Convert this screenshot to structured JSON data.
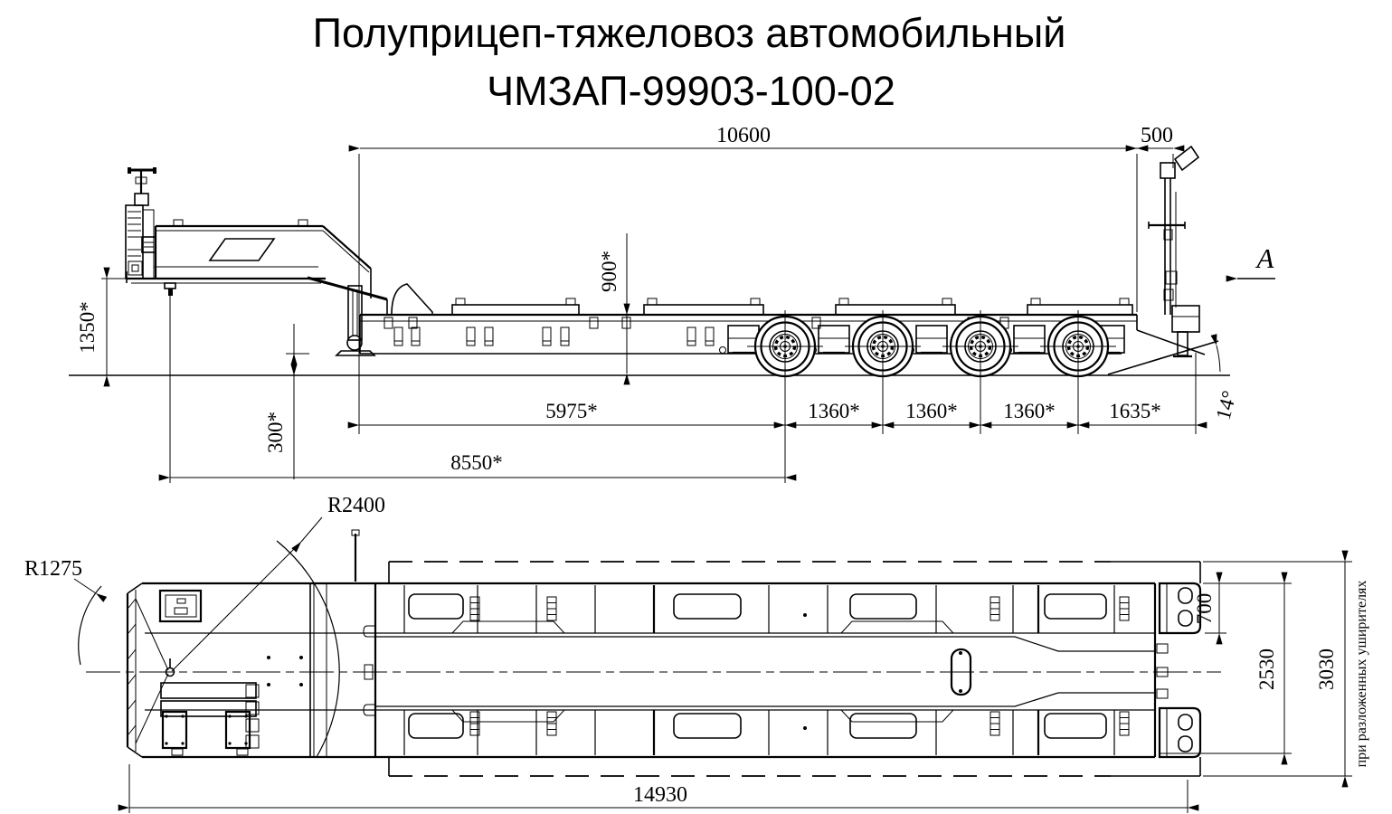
{
  "title": {
    "line1": "Полуприцеп-тяжеловоз автомобильный",
    "line2": "ЧМЗАП-99903-100-02"
  },
  "side_view": {
    "view_label": "A",
    "dimensions": {
      "platform_length": "10600",
      "rear_overhang": "500",
      "deck_height": "900*",
      "gooseneck_height": "1350*",
      "ground_clearance": "300*",
      "neck_to_axle1": "5975*",
      "axle_spacing_1": "1360*",
      "axle_spacing_2": "1360*",
      "axle_spacing_3": "1360*",
      "rear_axle_overhang": "1635*",
      "kingpin_to_axle1": "8550*",
      "departure_angle": "14°"
    }
  },
  "top_view": {
    "note": "при разложенных уширителях",
    "dimensions": {
      "overall_length": "14930",
      "ramp_width": "700",
      "platform_width": "2530",
      "extended_width": "3030",
      "swing_radius_rear": "R2400",
      "swing_radius_front": "R1275"
    }
  },
  "colors": {
    "ink": "#000000",
    "paper": "#ffffff"
  }
}
